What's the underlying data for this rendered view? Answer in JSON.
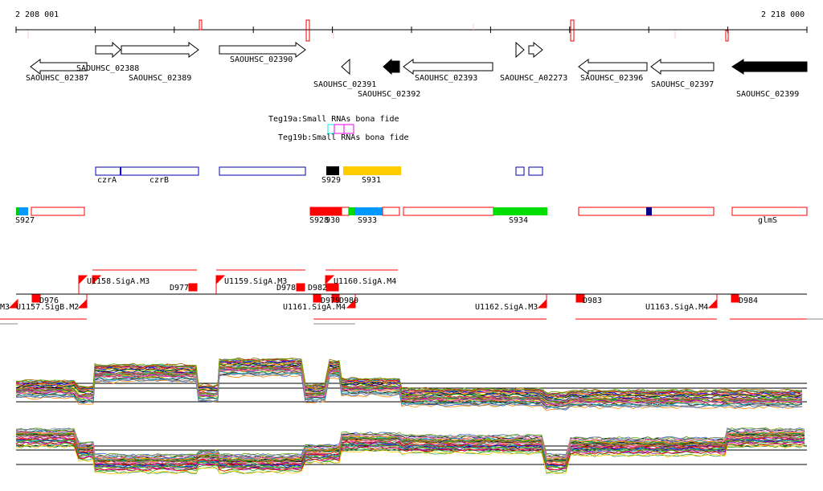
{
  "ruler": {
    "start": "2 208 001",
    "end": "2 218 000"
  },
  "genes": [
    "SAOUHSC_02388",
    "SAOUHSC_02387",
    "SAOUHSC_02389",
    "SAOUHSC_02390",
    "SAOUHSC_02391",
    "SAOUHSC_02392",
    "SAOUHSC_02393",
    "SAOUHSC_A02273",
    "SAOUHSC_02396",
    "SAOUHSC_02397",
    "SAOUHSC_02399"
  ],
  "srna": {
    "a": "Teg19a:Small RNAs bona fide",
    "b": "Teg19b:Small RNAs bona fide"
  },
  "features1": [
    "czrA",
    "czrB",
    "S929",
    "S931"
  ],
  "features2": [
    "S927",
    "S928",
    "930",
    "S933",
    "S934",
    "glmS"
  ],
  "tus": {
    "upper": [
      "U1158.SigA.M3",
      "U1159.SigA.M3",
      "U1160.SigA.M4",
      "D977",
      "D978",
      "D982"
    ],
    "lower": [
      "M3",
      "U1157.SigB.M2",
      "D976",
      "U1161.SigA.M4",
      "D979",
      "D980",
      "U1162.SigA.M3",
      "D983",
      "U1163.SigA.M4",
      "D984"
    ]
  },
  "colors": {
    "red": "#ff0000",
    "blue": "#0090ff",
    "green": "#00dd00",
    "yellow": "#ffcc00",
    "navy": "#000080"
  }
}
